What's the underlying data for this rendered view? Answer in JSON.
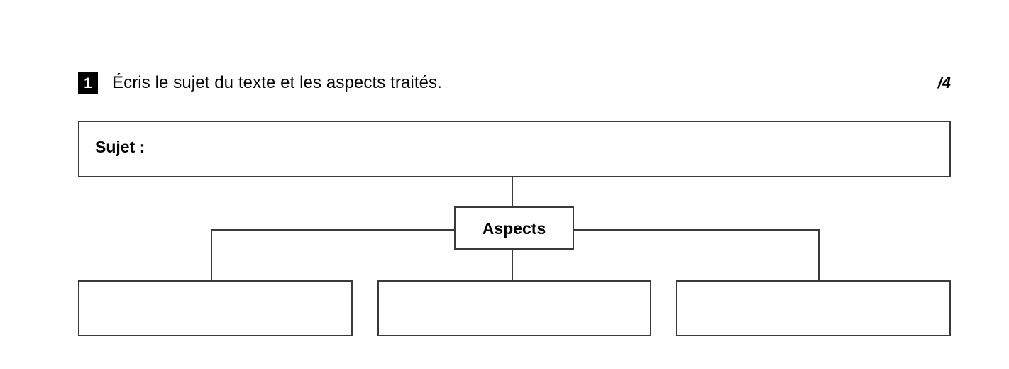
{
  "question": {
    "number": "1",
    "prompt": "Écris le sujet du texte et les aspects traités.",
    "score": "/4"
  },
  "diagram": {
    "type": "tree",
    "root": {
      "label": "Sujet :",
      "filled": false
    },
    "branch_node": {
      "label": "Aspects",
      "filled": false
    },
    "children": [
      {
        "label": "",
        "filled": false
      },
      {
        "label": "",
        "filled": false
      },
      {
        "label": "",
        "filled": false
      }
    ]
  },
  "colors": {
    "border": "#3a3a3a",
    "badge_background": "#000000",
    "badge_text": "#ffffff",
    "page_background": "#ffffff",
    "text": "#000000"
  }
}
